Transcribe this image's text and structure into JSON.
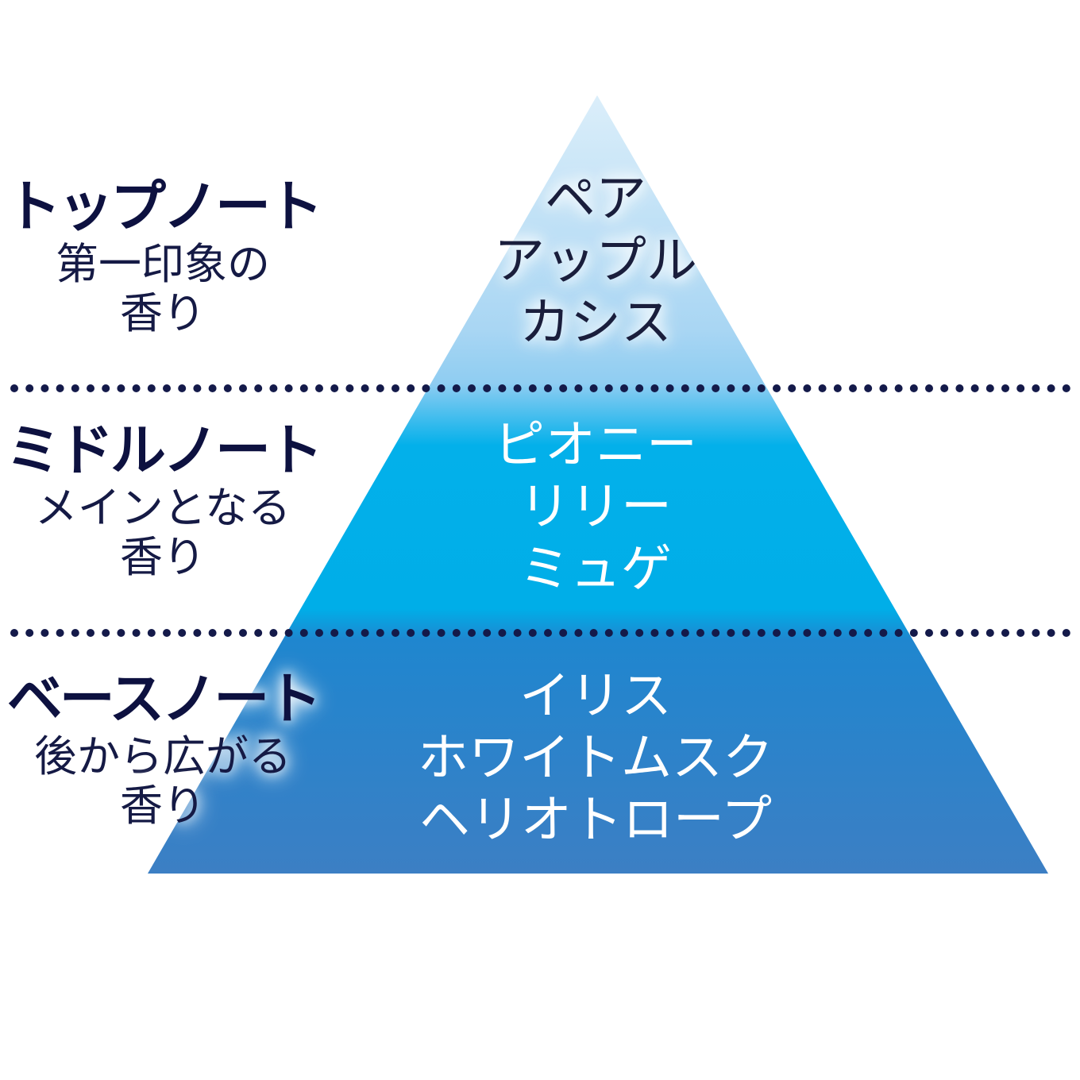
{
  "tiers": [
    {
      "name": "トップノート",
      "desc_lines": [
        "第一印象の",
        "香り"
      ],
      "notes": [
        "ペア",
        "アップル",
        "カシス"
      ]
    },
    {
      "name": "ミドルノート",
      "desc_lines": [
        "メインとなる",
        "香り"
      ],
      "notes": [
        "ピオニー",
        "リリー",
        "ミュゲ"
      ]
    },
    {
      "name": "ベースノート",
      "desc_lines": [
        "後から広がる",
        "香り"
      ],
      "notes": [
        "イリス",
        "ホワイトムスク",
        "ヘリオトロープ"
      ]
    }
  ],
  "colors": {
    "top_tier_light": "#dbeefa",
    "top_tier_mid": "#a9d6f3",
    "middle_tier": "#00aee8",
    "base_tier_top": "#1f86cf",
    "base_tier_bottom": "#3c7fc4",
    "divider_dots": "#141a4a",
    "label_text": "#0d1140"
  }
}
